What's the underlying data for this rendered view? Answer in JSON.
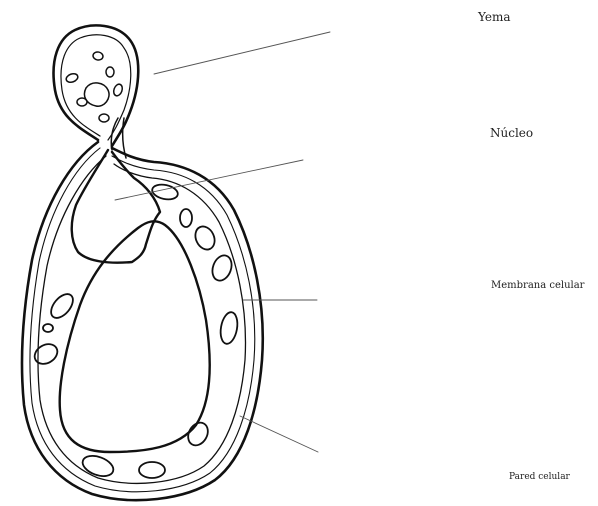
{
  "labels": {
    "yema": "Yema",
    "nucleo": "Núcleo",
    "membrana": "Membrana celular",
    "pared": "Pared celular"
  },
  "colors": {
    "stroke": "#111111",
    "background": "#ffffff",
    "text": "#222222"
  }
}
